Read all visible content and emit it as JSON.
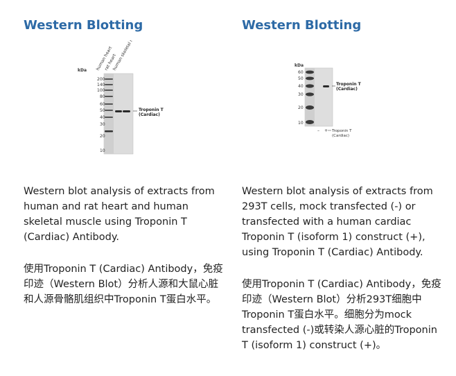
{
  "left": {
    "title": "Western Blotting",
    "blot": {
      "unit": "kDa",
      "markers": [
        "200",
        "140",
        "100",
        "80",
        "60",
        "50",
        "40",
        "30",
        "20",
        "10"
      ],
      "lanes": [
        "human heart",
        "rat heart",
        "human skeletal muscle"
      ],
      "band_label_1": "Troponin T",
      "band_label_2": "(Cardiac)"
    },
    "description_en": "Western blot analysis of extracts from human and rat heart and human skeletal muscle using Troponin T (Cardiac) Antibody.",
    "description_cn": "使用Troponin T (Cardiac) Antibody，免疫印迹（Western Blot）分析人源和大鼠心脏和人源骨骼肌组织中Troponin T蛋白水平。"
  },
  "right": {
    "title": "Western Blotting",
    "blot": {
      "unit": "kDa",
      "markers": [
        "60",
        "50",
        "40",
        "30",
        "20",
        "10"
      ],
      "lanes": [
        "–",
        "+"
      ],
      "band_label_1": "Troponin T",
      "band_label_2": "(Cardiac)",
      "bottom_label_1": "Troponin T",
      "bottom_label_2": "(Cardiac)"
    },
    "description_en": "Western blot analysis of extracts from 293T cells, mock transfected (-) or transfected with a human cardiac Troponin T (isoform 1) construct (+), using Troponin T (Cardiac) Antibody.",
    "description_cn": "使用Troponin T (Cardiac) Antibody，免疫印迹（Western Blot）分析293T细胞中Troponin T蛋白水平。细胞分为mock transfected (-)或转染人源心脏的Troponin T (isoform 1) construct (+)。"
  }
}
